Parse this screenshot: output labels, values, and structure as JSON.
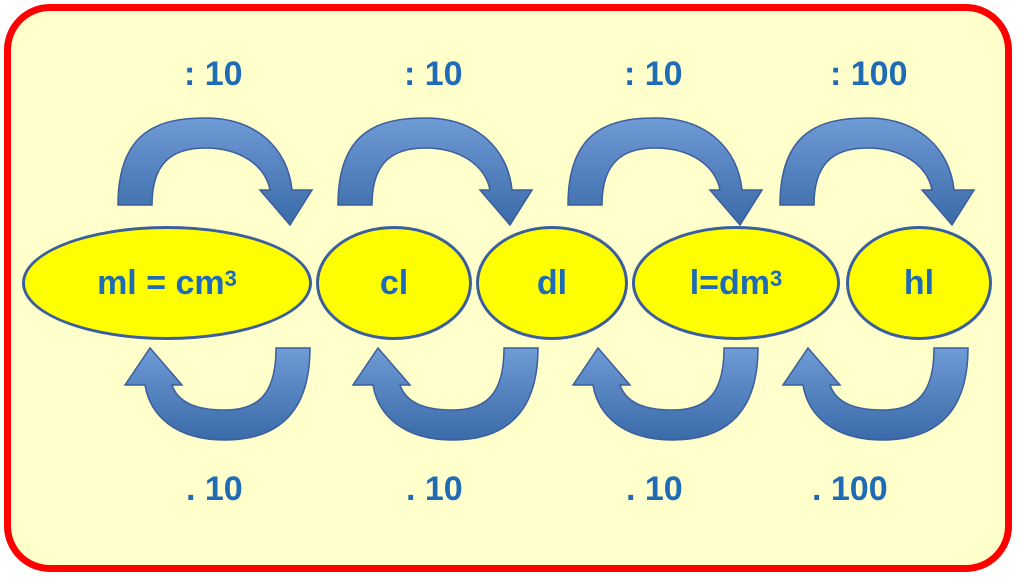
{
  "colors": {
    "border": "#ff0000",
    "background": "#ffffcc",
    "ellipse_fill": "#ffff00",
    "ellipse_stroke": "#3b5e9c",
    "text": "#1f6bb5",
    "arrow": "#4f81bd"
  },
  "units": [
    {
      "label": "ml = cm",
      "sup": "3"
    },
    {
      "label": "cl",
      "sup": ""
    },
    {
      "label": "dl",
      "sup": ""
    },
    {
      "label": "l=dm",
      "sup": "3"
    },
    {
      "label": "hl",
      "sup": ""
    }
  ],
  "top_ops": [
    ": 10",
    ": 10",
    ": 10",
    ": 100"
  ],
  "bottom_ops": [
    ". 10",
    ". 10",
    ". 10",
    ". 100"
  ]
}
